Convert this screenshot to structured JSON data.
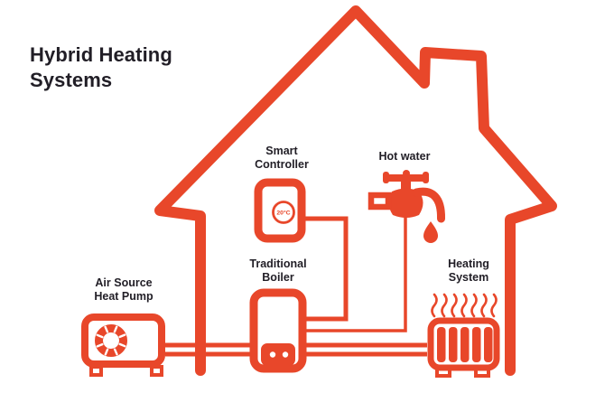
{
  "title": {
    "line1": "Hybrid Heating",
    "line2": "Systems"
  },
  "colors": {
    "accent": "#E8472A",
    "ink": "#211E26"
  },
  "labels": {
    "smart_controller": {
      "line1": "Smart",
      "line2": "Controller"
    },
    "hot_water": {
      "line1": "Hot water"
    },
    "traditional_boiler": {
      "line1": "Traditional",
      "line2": "Boiler"
    },
    "air_source_heat_pump": {
      "line1": "Air Source",
      "line2": "Heat Pump"
    },
    "heating_system": {
      "line1": "Heating",
      "line2": "System"
    }
  },
  "smart_controller": {
    "temperature": "20°C"
  },
  "icons": [
    "house-outline-icon",
    "smart-controller-icon",
    "thermostat-dial-icon",
    "hot-water-tap-icon",
    "water-drop-icon",
    "boiler-icon",
    "heat-pump-icon",
    "fan-icon",
    "radiator-icon",
    "heat-waves-icon"
  ],
  "connections": [
    "air source heat pump — traditional boiler (twin pipes)",
    "traditional boiler — heating system (twin pipes)",
    "smart controller — traditional boiler",
    "hot water — traditional boiler"
  ]
}
